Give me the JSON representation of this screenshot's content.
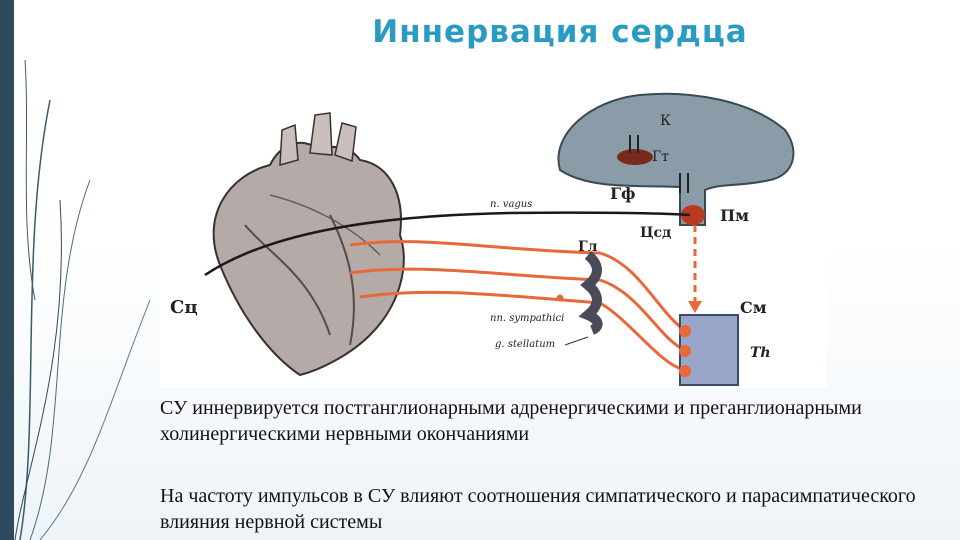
{
  "title": "Иннервация сердца",
  "diagram": {
    "labels": {
      "cortex": "К",
      "hypothalamus": "Гт",
      "pituitary": "Гф",
      "medulla": "Пм",
      "cardiovascular_center": "Цсд",
      "ganglion": "Гл",
      "spinal_cord": "См",
      "thoracic": "Th",
      "sa_node": "Сц",
      "vagus": "n. vagus",
      "sympathetic": "nn. sympathici",
      "stellate": "g. stellatum"
    },
    "colors": {
      "sympathetic": "#e8683a",
      "vagus": "#1a1a1a",
      "brain": "#7a8e9a",
      "title": "#2a9cc4"
    }
  },
  "text": {
    "para1": "СУ иннервируется постганглионарными адренергическими и преганглионарными холинергическими нервными окончаниями",
    "para2": "На частоту импульсов в СУ влияют соотношения симпатического и парасимпатического влияния нервной системы"
  }
}
